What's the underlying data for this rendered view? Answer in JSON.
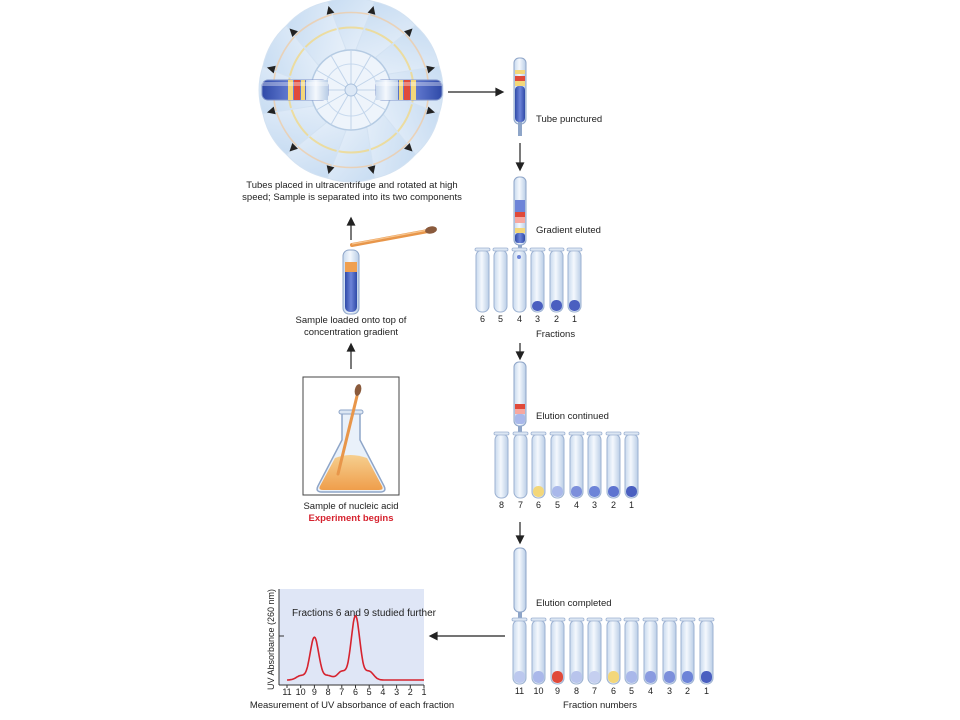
{
  "labels": {
    "tube_punctured": "Tube punctured",
    "centrifuge_caption_1": "Tubes placed in ultracentrifuge and rotated at high",
    "centrifuge_caption_2": "speed; Sample is separated into its two components",
    "gradient_eluted": "Gradient eluted",
    "sample_loaded_1": "Sample loaded onto top of",
    "sample_loaded_2": "concentration gradient",
    "fractions": "Fractions",
    "elution_continued": "Elution continued",
    "sample_nucleic_acid": "Sample of nucleic acid",
    "experiment_begins": "Experiment begins",
    "elution_completed": "Elution completed",
    "fraction_numbers": "Fraction numbers",
    "measurement": "Measurement of UV absorbance of each fraction"
  },
  "fraction_rows": {
    "row1": [
      "6",
      "5",
      "4",
      "3",
      "2",
      "1"
    ],
    "row2": [
      "8",
      "7",
      "6",
      "5",
      "4",
      "3",
      "2",
      "1"
    ],
    "row3": [
      "11",
      "10",
      "9",
      "8",
      "7",
      "6",
      "5",
      "4",
      "3",
      "2",
      "1"
    ]
  },
  "colors": {
    "blue_band": "#4a5fc0",
    "red_band": "#e04a3a",
    "yellow_band": "#f3d77a",
    "orange_sample": "#f0a050",
    "curve_red": "#d6232f",
    "plot_bg": "#dfe6f6",
    "highlight_red": "#d6232f"
  },
  "chart_data": {
    "type": "line",
    "title": "Fractions 6 and 9 studied further",
    "xlabel": "Measurement of UV absorbance of each fraction",
    "ylabel": "UV Absorbance (260 nm)",
    "categories": [
      "11",
      "10",
      "9",
      "8",
      "7",
      "6",
      "5",
      "4",
      "3",
      "2",
      "1"
    ],
    "series": [
      {
        "values": [
          0,
          0.05,
          0.5,
          0.05,
          0.1,
          0.75,
          0.1,
          0,
          0,
          0,
          0
        ]
      }
    ]
  }
}
